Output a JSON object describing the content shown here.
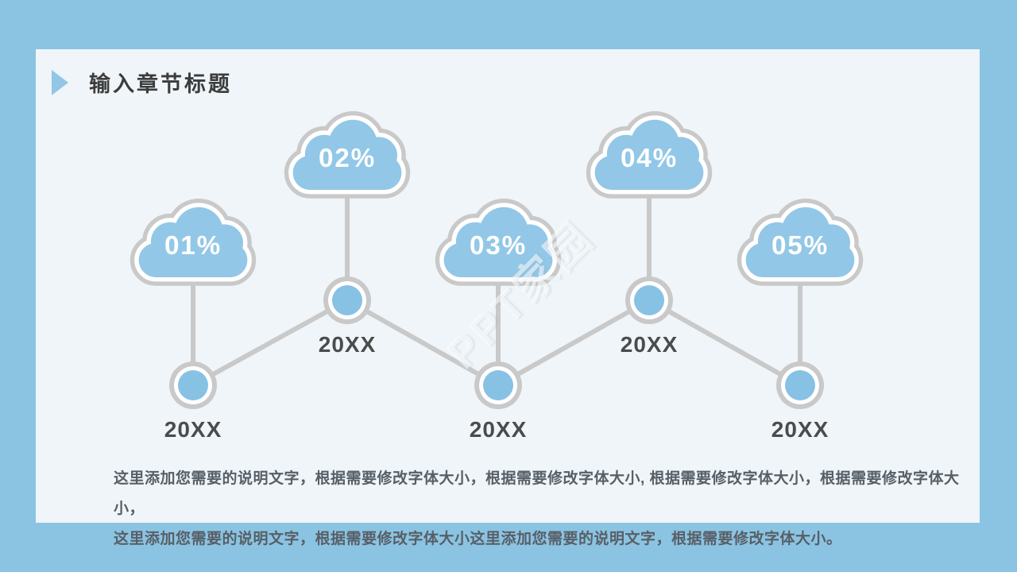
{
  "colors": {
    "background": "#8BC4E2",
    "panel": "#EFF5F9",
    "cloud_fill": "#92C7E7",
    "node_fill": "#87C2E4",
    "connector_gray": "#C9C9C9",
    "title_text": "#3C3C3C",
    "year_text": "#4B4B4B",
    "body_text": "#575F67"
  },
  "header": {
    "title": "输入章节标题"
  },
  "timeline": {
    "items": [
      {
        "label": "01%",
        "year": "20XX"
      },
      {
        "label": "02%",
        "year": "20XX"
      },
      {
        "label": "03%",
        "year": "20XX"
      },
      {
        "label": "04%",
        "year": "20XX"
      },
      {
        "label": "05%",
        "year": "20XX"
      }
    ]
  },
  "description": {
    "line1": "这里添加您需要的说明文字，根据需要修改字体大小，根据需要修改字体大小, 根据需要修改字体大小，根据需要修改字体大小，",
    "line2": "这里添加您需要的说明文字，根据需要修改字体大小这里添加您需要的说明文字，根据需要修改字体大小。"
  },
  "watermark": {
    "text": "PPT家园"
  }
}
